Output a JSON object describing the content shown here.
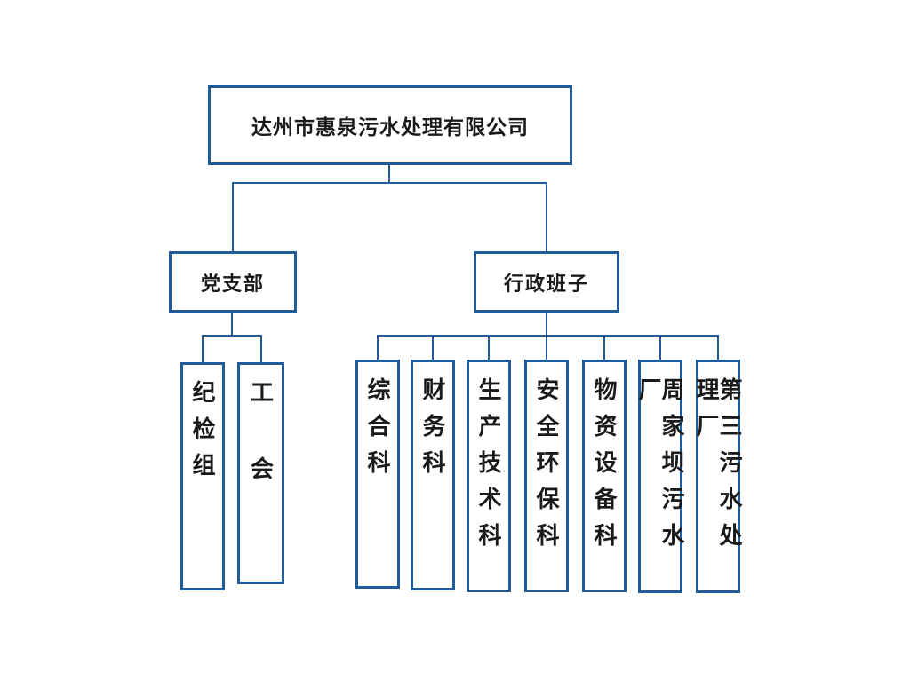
{
  "chart": {
    "type": "org-chart",
    "root": {
      "label": "达州市惠泉污水处理有限公司"
    },
    "branches": [
      {
        "label": "党支部",
        "children": [
          "纪检组",
          "工 会"
        ]
      },
      {
        "label": "行政班子",
        "children": [
          "综合科",
          "财务科",
          "生产技术科",
          "安全环保科",
          "物资设备科",
          "周家坝污水厂",
          "第三污水处理厂"
        ]
      }
    ]
  },
  "colors": {
    "line": "#1f5c99",
    "border": "#1f5c99",
    "text": "#1a1a1a",
    "background": "#ffffff"
  }
}
